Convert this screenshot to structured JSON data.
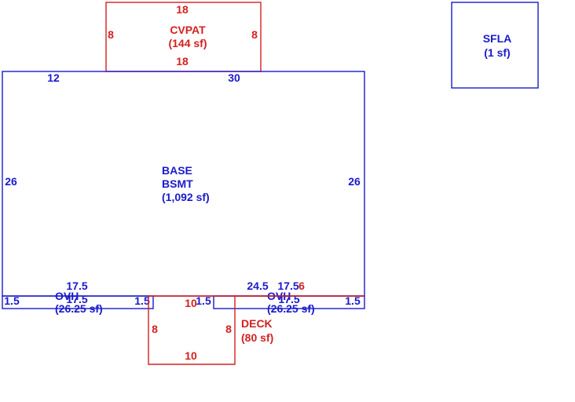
{
  "colors": {
    "base": "#1a1acc",
    "addon": "#d42020",
    "background": "#ffffff"
  },
  "areas": {
    "cvpat": {
      "code": "CVPAT",
      "area": "(144 sf)",
      "dims": {
        "top": "18",
        "bottom": "18",
        "left": "8",
        "right": "8"
      }
    },
    "sfla": {
      "code": "SFLA",
      "area": "(1 sf)"
    },
    "base": {
      "code_1": "BASE",
      "code_2": "BSMT",
      "area": "(1,092 sf)",
      "dims": {
        "top_left": "12",
        "top_right": "30",
        "left": "26",
        "right": "26"
      }
    },
    "ovh_left": {
      "code": "OVH",
      "area": "(26.25 sf)",
      "dims": {
        "top": "17.5",
        "bottom": "17.5",
        "left": "1.5",
        "right": "1.5"
      }
    },
    "ovh_right": {
      "code": "OVH",
      "area": "(26.25 sf)",
      "dims": {
        "top_a": "24.5",
        "top_b": "17.5",
        "top_c": "6",
        "bottom": "17.5",
        "left": "1.5",
        "right": "1.5"
      }
    },
    "deck": {
      "code": "DECK",
      "area": "(80 sf)",
      "dims": {
        "top": "10",
        "bottom": "10",
        "left": "8",
        "right": "8"
      }
    }
  }
}
